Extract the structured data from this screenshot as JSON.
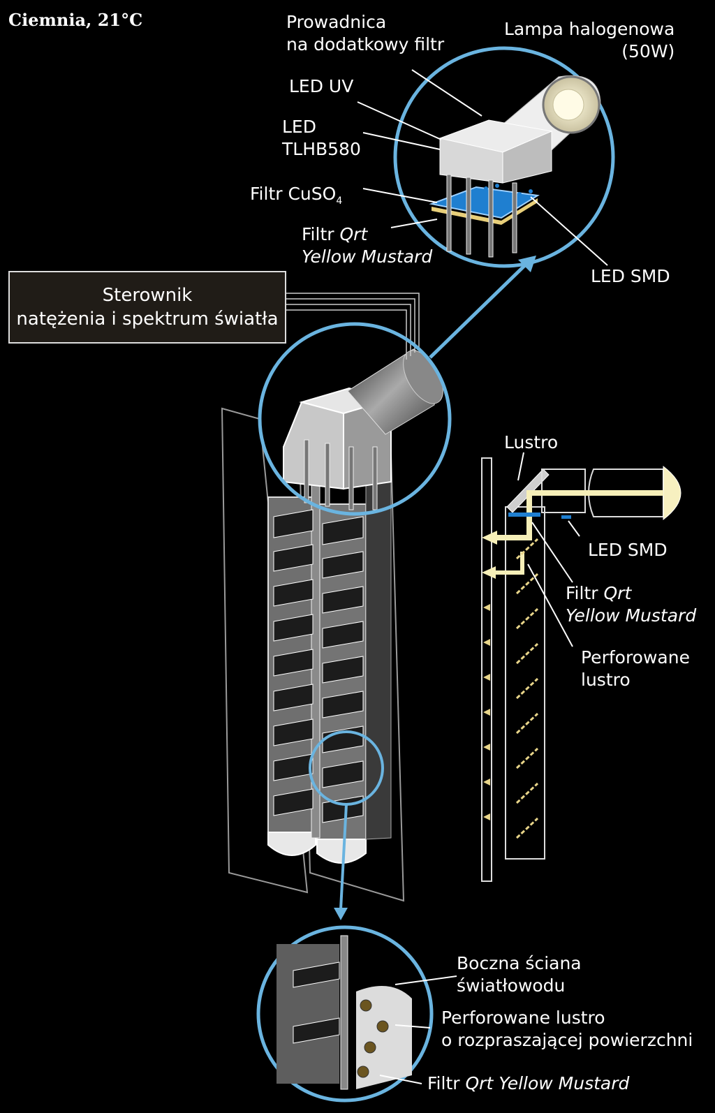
{
  "title": "Ciemnia, 21°C",
  "controller": {
    "line1": "Sterownik",
    "line2": "natężenia i spektrum światła"
  },
  "labels": {
    "guide_line1": "Prowadnica",
    "guide_line2": "na dodatkowy filtr",
    "lamp_line1": "Lampa halogenowa",
    "lamp_line2": "(50W)",
    "led_uv": "LED UV",
    "led_tlhb_line1": "LED",
    "led_tlhb_line2": "TLHB580",
    "cuso4_prefix": "Filtr CuSO",
    "cuso4_sub": "4",
    "qrt_top_prefix": "Filtr ",
    "qrt_top_italic": "Qrt",
    "qrt_top_line2": "Yellow Mustard",
    "led_smd_top": "LED SMD",
    "lustro": "Lustro",
    "led_smd_side": "LED SMD",
    "qrt_side_prefix": "Filtr ",
    "qrt_side_italic": "Qrt",
    "qrt_side_line2": "Yellow Mustard",
    "perf_line1": "Perforowane",
    "perf_line2": "lustro",
    "wall_line1": "Boczna ściana",
    "wall_line2": "światłowodu",
    "perf_diff_line1": "Perforowane lustro",
    "perf_diff_line2": "o rozpraszającej powierzchni",
    "qrt_bottom_prefix": "Filtr ",
    "qrt_bottom_italic": "Qrt Yellow Mustard"
  },
  "colors": {
    "background": "#000000",
    "accent": "#6ab4e0",
    "light_path": "#f6efb8",
    "led_blue": "#1f7fd0",
    "lamp": "#f7f0c0"
  }
}
